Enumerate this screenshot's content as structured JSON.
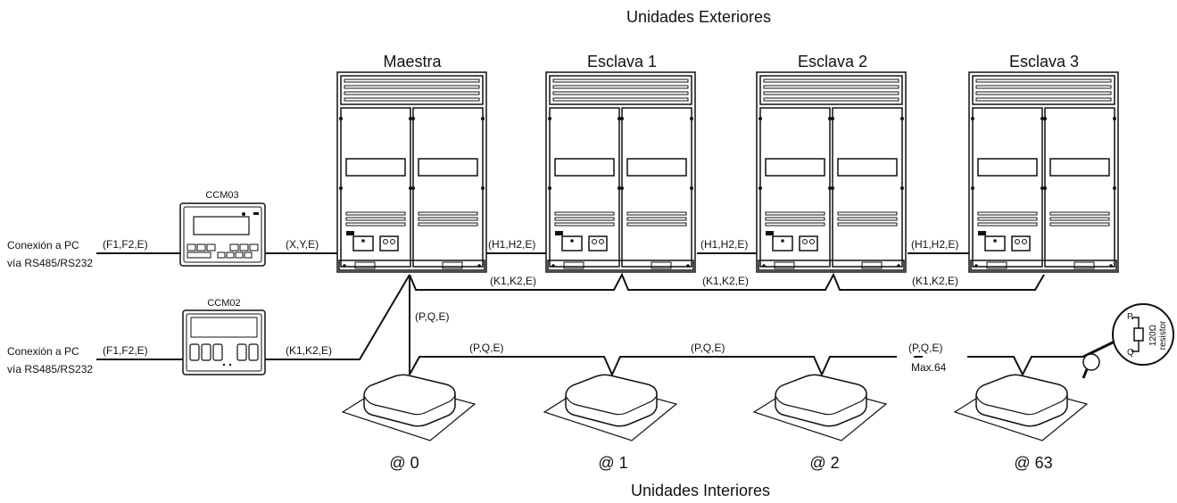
{
  "titles": {
    "outdoor": "Unidades Exteriores",
    "indoor": "Unidades Interiores"
  },
  "outdoor_units": [
    {
      "label": "Maestra"
    },
    {
      "label": "Esclava 1"
    },
    {
      "label": "Esclava 2"
    },
    {
      "label": "Esclava 3"
    }
  ],
  "controllers": {
    "ccm03": {
      "label": "CCM03",
      "pc_line1": "Conexión a PC",
      "pc_line2": "vía RS485/RS232",
      "pc_wire": "(F1,F2,E)",
      "unit_wire": "(X,Y,E)"
    },
    "ccm02": {
      "label": "CCM02",
      "pc_line1": "Conexión a PC",
      "pc_line2": "vía RS485/RS232",
      "pc_wire": "(F1,F2,E)",
      "unit_wire": "(K1,K2,E)"
    }
  },
  "wires": {
    "h_link": "(H1,H2,E)",
    "k_link": "(K1,K2,E)",
    "pq_drop": "(P,Q,E)",
    "pq_bus": "(P,Q,E)",
    "max_note": "Max.64"
  },
  "indoor_units": [
    {
      "address": "@ 0"
    },
    {
      "address": "@ 1"
    },
    {
      "address": "@ 2"
    },
    {
      "address": "@ 63"
    }
  ],
  "terminator": {
    "value": "120Ω",
    "word": "resistor",
    "pin_p": "P",
    "pin_q": "Q"
  }
}
